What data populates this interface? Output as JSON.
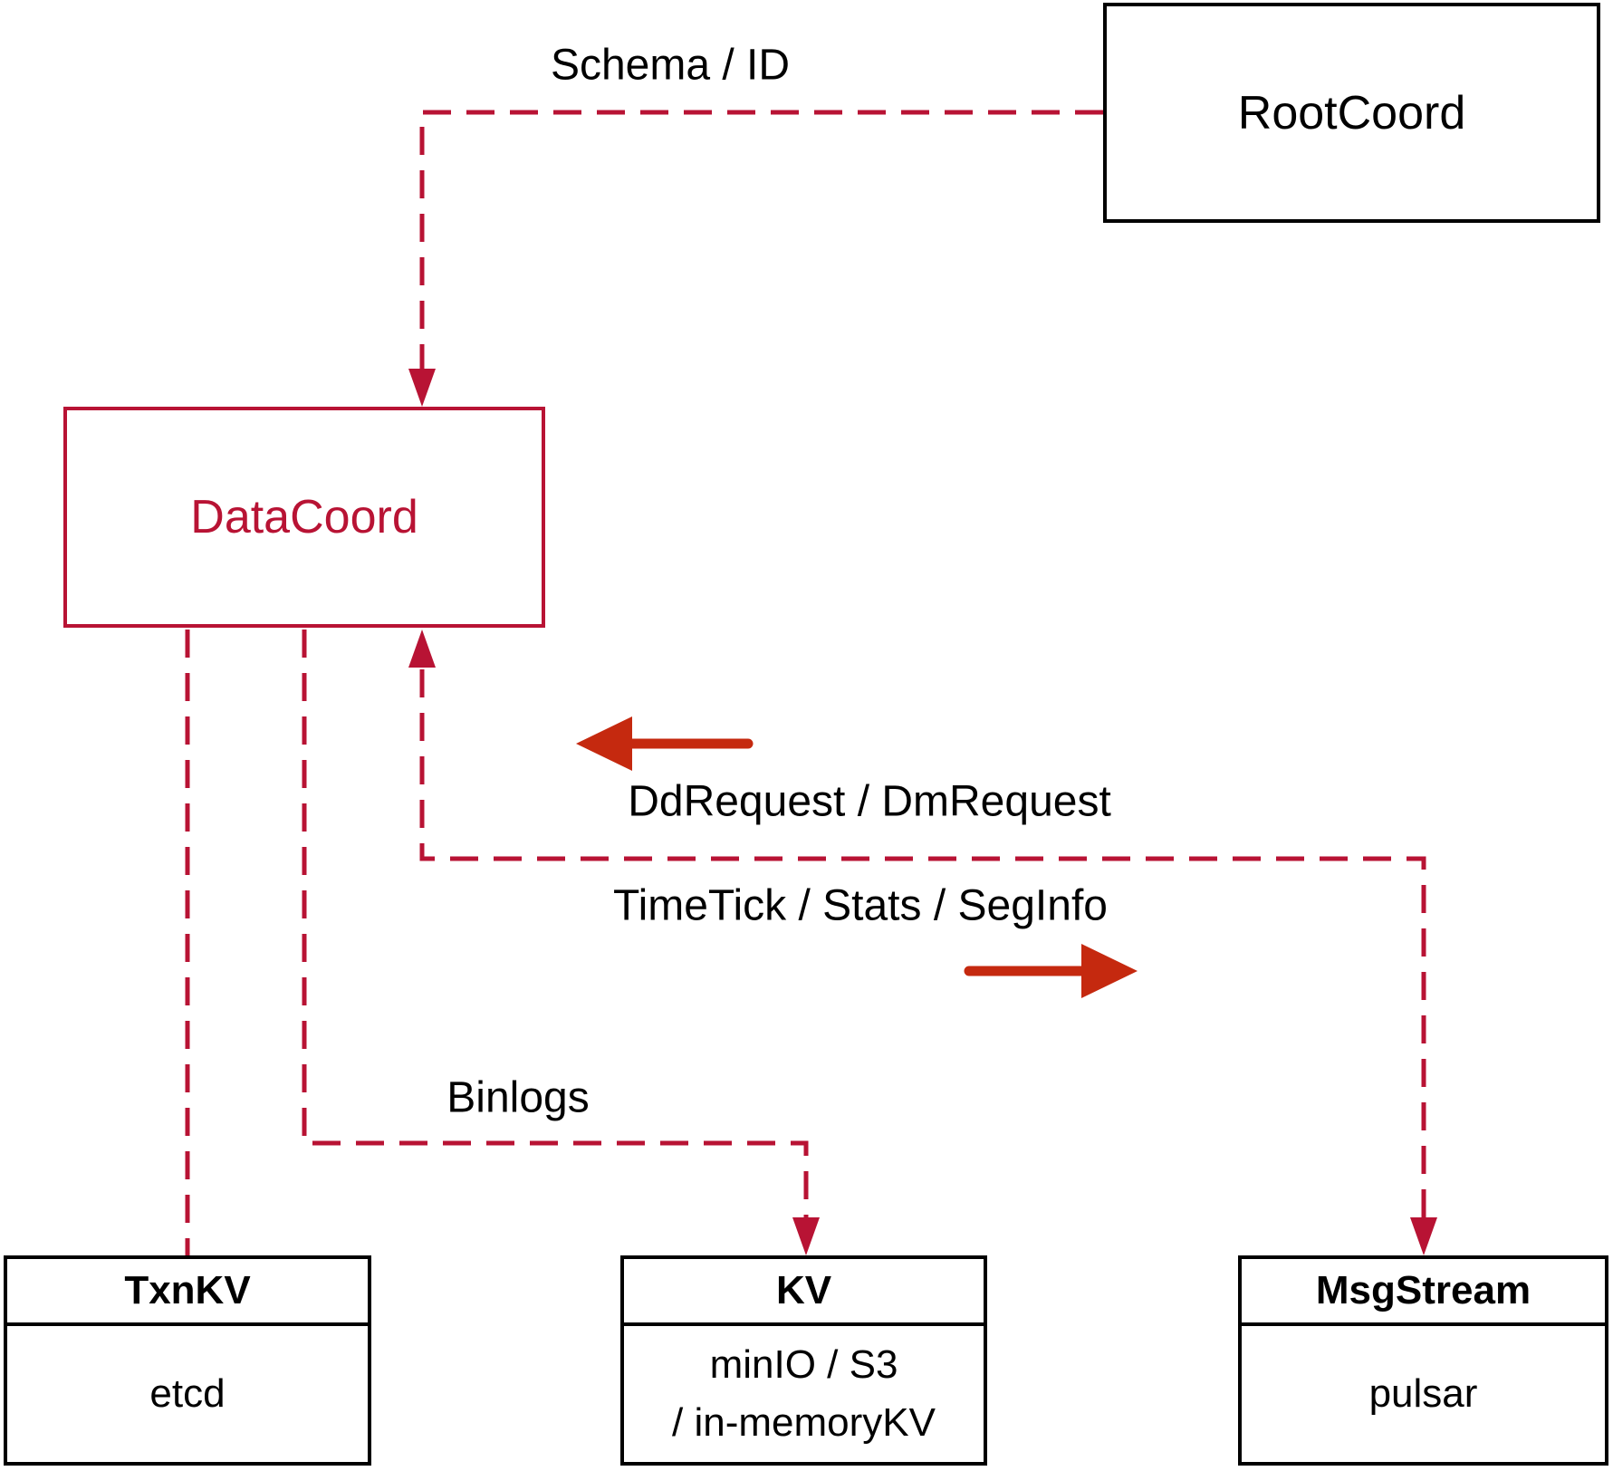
{
  "colors": {
    "crimson": "#b81334",
    "arrow_red": "#c5290f",
    "box_border": "#000000",
    "text": "#000000",
    "background": "#ffffff"
  },
  "nodes": {
    "rootcoord": {
      "label": "RootCoord"
    },
    "datacoord": {
      "label": "DataCoord"
    },
    "txnkv": {
      "title": "TxnKV",
      "impl": "etcd"
    },
    "kv": {
      "title": "KV",
      "impl_line1": "minIO / S3",
      "impl_line2": "/ in-memoryKV"
    },
    "msgstream": {
      "title": "MsgStream",
      "impl": "pulsar"
    }
  },
  "edge_labels": {
    "schema_id": "Schema / ID",
    "dd_request": "DdRequest / DmRequest",
    "time_tick": "TimeTick / Stats / SegInfo",
    "binlogs": "Binlogs"
  }
}
